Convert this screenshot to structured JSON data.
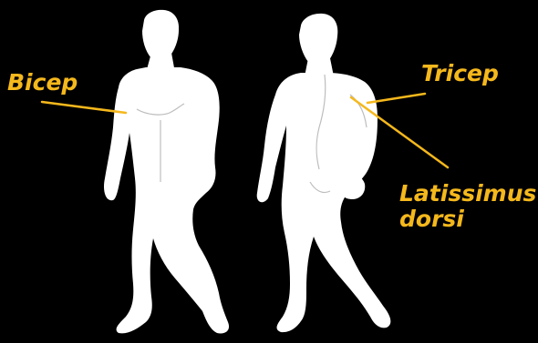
{
  "labels": {
    "bicep": "Bicep",
    "tricep": "Tricep",
    "latissimus_line1": "Latissimus",
    "latissimus_line2": "dorsi"
  },
  "colors": {
    "background": "#000000",
    "figure": "#FFFFFF",
    "accent": "#F5B81C",
    "detail": "#BDBDBD"
  }
}
